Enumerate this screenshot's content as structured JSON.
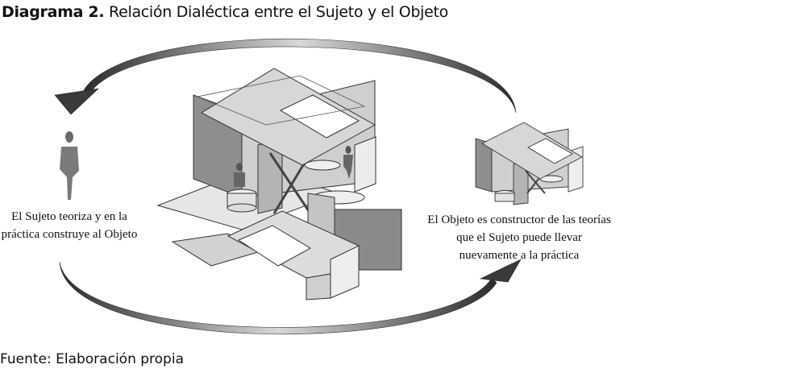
{
  "header": {
    "title_bold": "Diagrama 2.",
    "title_rest": "Relación Dialéctica entre el Sujeto y el Objeto"
  },
  "captions": {
    "left": "El Sujeto teoriza y en la práctica construye al Objeto",
    "right": "El Objeto es constructor de las teorías que el Sujeto puede llevar nuevamente a la práctica"
  },
  "footer": {
    "source": "Fuente: Elaboración propia"
  },
  "colors": {
    "arrow": "#3a3a3a",
    "panel_light": "#e4e4e4",
    "panel_mid": "#bdbdbd",
    "panel_dark": "#8a8a8a",
    "outline": "#333333"
  }
}
